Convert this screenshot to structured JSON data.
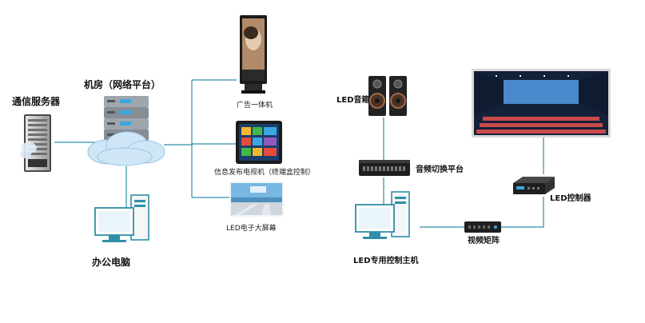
{
  "labels": {
    "comm_server": "通信服务器",
    "machine_room": "机房（网络平台）",
    "office_pc": "办公电脑",
    "ad_machine": "广告一体机",
    "info_tv": "信息发布电视机（终端盒控制）",
    "led_big_screen": "LED电子大屏幕",
    "led_speaker": "LED音箱",
    "audio_switch": "音频切换平台",
    "led_controller": "LED控制器",
    "video_matrix": "视频矩阵",
    "led_host": "LED专用控制主机"
  },
  "colors": {
    "line": "#2f8fa6",
    "cloud": "#cfe6f7",
    "screen_blue": "#3aa7e0",
    "dark": "#1b1b1b"
  },
  "icons": {
    "server": "server-rack-icon",
    "cloud": "cloud-icon",
    "pc": "desktop-computer-icon",
    "kiosk": "ad-kiosk-icon",
    "tv": "tv-icon",
    "billboard": "led-billboard-icon",
    "speaker": "speaker-icon",
    "switcher": "audio-switcher-icon",
    "controller": "led-controller-icon",
    "matrix": "video-matrix-icon",
    "big_screen": "led-wall-icon"
  }
}
